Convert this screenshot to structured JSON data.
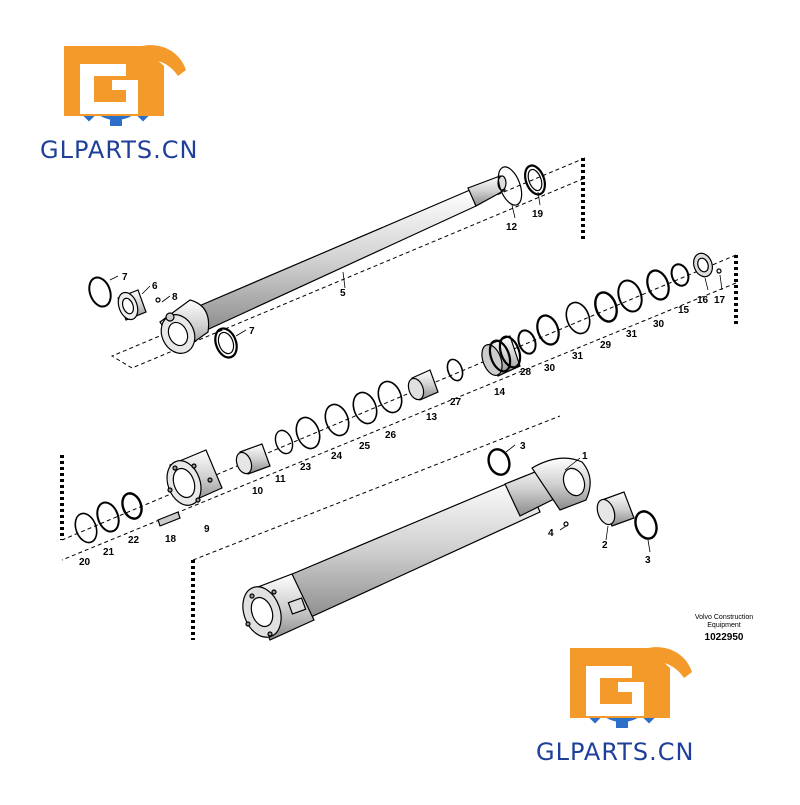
{
  "watermark": {
    "brand_text": "GLPARTS.CN",
    "colors": {
      "orange": "#f39a2b",
      "blue": "#2c6fc9",
      "text": "#1f3f9a"
    }
  },
  "credit": {
    "line1": "Volvo Construction",
    "line2": "Equipment",
    "document_number": "1022950"
  },
  "callouts": [
    "1",
    "2",
    "3",
    "3",
    "4",
    "5",
    "6",
    "7",
    "7",
    "8",
    "9",
    "10",
    "11",
    "12",
    "13",
    "14",
    "15",
    "16",
    "17",
    "18",
    "19",
    "20",
    "21",
    "22",
    "23",
    "24",
    "25",
    "26",
    "27",
    "28",
    "29",
    "30",
    "30",
    "31",
    "31"
  ]
}
